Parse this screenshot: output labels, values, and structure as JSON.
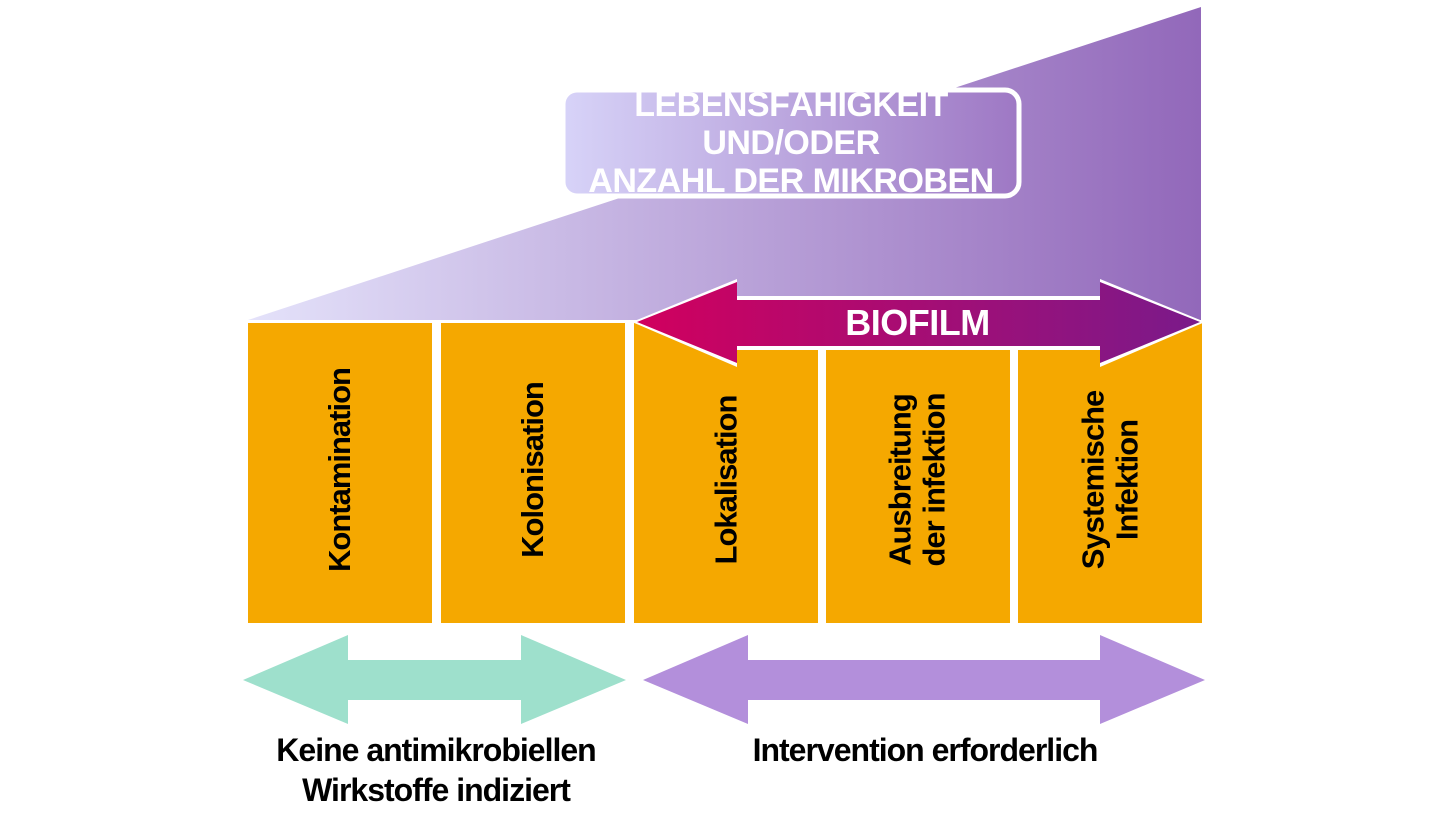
{
  "viability_box": {
    "text": "LEBENSFÄHIGKEIT UND/ODER\nANZAHL DER MIKROBEN"
  },
  "biofilm": {
    "label": "BIOFILM"
  },
  "stages": [
    {
      "label": "Kontamination"
    },
    {
      "label": "Kolonisation"
    },
    {
      "label": "Lokalisation"
    },
    {
      "label": "Ausbreitung\nder infektion"
    },
    {
      "label": "Systemische\nInfektion"
    }
  ],
  "captions": {
    "left": "Keine antimikrobiellen\nWirkstoffe indiziert",
    "right": "Intervention erforderlich"
  },
  "colors": {
    "stage_fill": "#F5A800",
    "wedge_light": "#E4E2FA",
    "wedge_dark": "#9268BA",
    "biofilm_start": "#D1005E",
    "biofilm_end": "#7A1A8A",
    "left_arrow": "#9EE0CC",
    "right_arrow": "#B38FDB"
  }
}
